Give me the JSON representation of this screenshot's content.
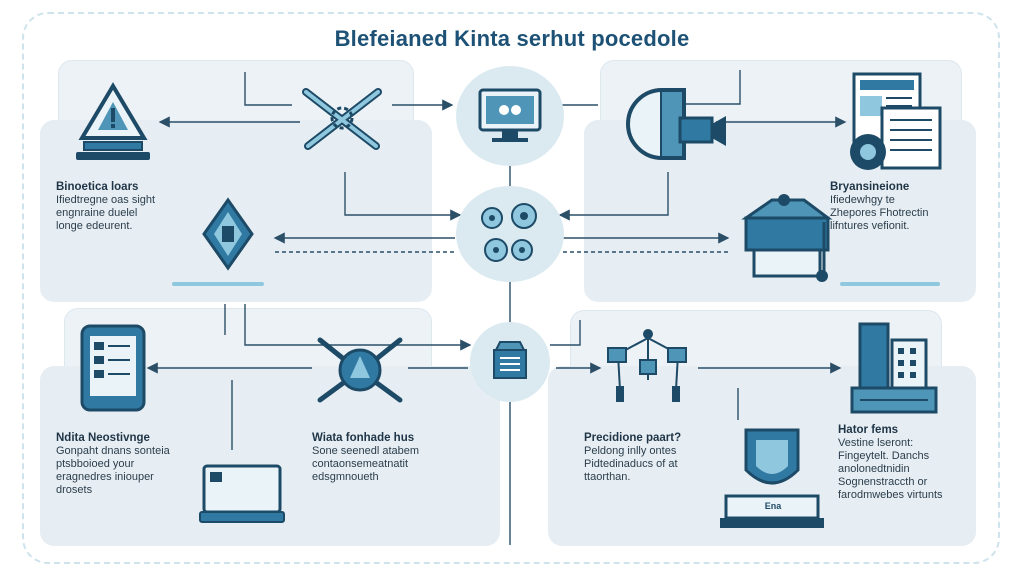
{
  "diagram": {
    "title": "Blefeianed Kinta serhut pocedole",
    "panels": {
      "top_left": {
        "heading": "Binoetica loars",
        "lines": [
          "Ifiedtregne oas sight",
          "engnraine duelel",
          "longe edeurent."
        ]
      },
      "top_right": {
        "heading": "Bryansineione",
        "lines": [
          "Ifiedewhgy te",
          "Zhepores Fhotrectin",
          "lifntures vefionit."
        ]
      },
      "bottom_left": {
        "heading": "Ndita Neostivnge",
        "lines": [
          "Gonpaht dnans sonteia",
          "ptsbboioed your",
          "eragnedres iniouper",
          "drosets"
        ]
      },
      "bottom_mid": {
        "heading": "Wiata fonhade hus",
        "lines": [
          "Sone seenedl atabem",
          "contaonsemeatnatit",
          "edsgmnoueth"
        ]
      },
      "bottom_right_a": {
        "heading": "Precidione paart?",
        "lines": [
          "Peldong inlly ontes",
          "Pidtedinaducs of at",
          "ttaorthan."
        ]
      },
      "bottom_right_b": {
        "heading": "Hator fems",
        "lines": [
          "Vestine lseront:",
          "Fingeytelt. Danchs",
          "anolonedtnidin",
          "Sognenstraccth or",
          "farodmwebes virtunts"
        ]
      }
    },
    "badge_text": "Ena",
    "colors": {
      "accent": "#1d5276",
      "line": "#2c4f68",
      "panel": "#e7eef3",
      "node": "#dbeaf1",
      "highlight": "#8fc7de"
    }
  }
}
